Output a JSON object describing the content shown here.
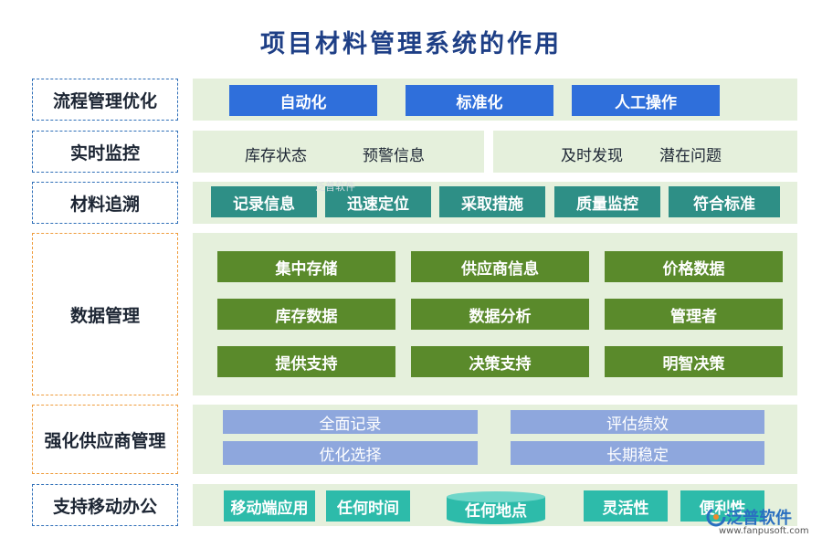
{
  "title": "项目材料管理系统的作用",
  "rows": [
    {
      "label": "流程管理优化",
      "items": [
        "自动化",
        "标准化",
        "人工操作"
      ]
    },
    {
      "label": "实时监控",
      "items": [
        "库存状态",
        "预警信息",
        "及时发现",
        "潜在问题"
      ]
    },
    {
      "label": "材料追溯",
      "items": [
        "记录信息",
        "迅速定位",
        "采取措施",
        "质量监控",
        "符合标准"
      ]
    },
    {
      "label": "数据管理",
      "items": [
        "集中存储",
        "供应商信息",
        "价格数据",
        "库存数据",
        "数据分析",
        "管理者",
        "提供支持",
        "决策支持",
        "明智决策"
      ]
    },
    {
      "label": "强化供应商管理",
      "items": [
        "全面记录",
        "评估绩效",
        "优化选择",
        "长期稳定"
      ]
    },
    {
      "label": "支持移动办公",
      "items": [
        "移动端应用",
        "任何时间",
        "任何地点",
        "灵活性",
        "便利性"
      ]
    }
  ],
  "watermark": {
    "brand": "泛普软件",
    "url": "www.fanpusoft.com"
  },
  "colors": {
    "title": "#1e3f86",
    "blue": "#2f6fdb",
    "teal": "#2e8f86",
    "green": "#5a8a2b",
    "lavender": "#8ea7dd",
    "cyan": "#2dbbaa",
    "panel": "#e5f0dc"
  }
}
